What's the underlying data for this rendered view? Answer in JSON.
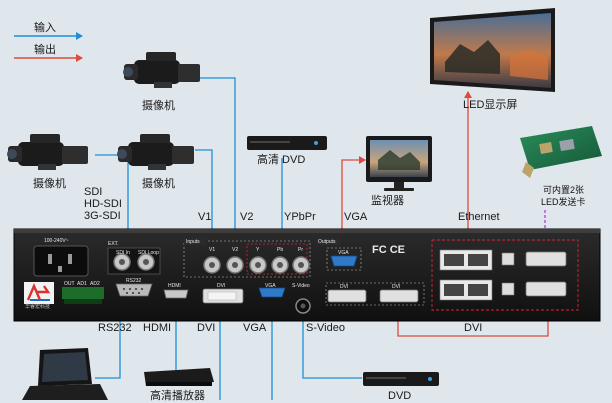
{
  "legend": {
    "input_label": "输入",
    "output_label": "输出",
    "input_color": "#1e8fd6",
    "output_color": "#e04a3c"
  },
  "sources": {
    "camera_top": "摄像机",
    "camera_left": "摄像机",
    "camera_mid": "摄像机",
    "sdi_group": [
      "SDI",
      "HD-SDI",
      "3G-SDI"
    ],
    "hd_dvd": "高清 DVD",
    "hd_player": "高清播放器",
    "dvd": "DVD"
  },
  "outputs": {
    "monitor": "监视器",
    "led_screen": "LED显示屏",
    "sender_card_note": [
      "可内置2张",
      "LED发送卡"
    ]
  },
  "port_labels": {
    "v1": "V1",
    "v2": "V2",
    "ypbpr": "YPbPr",
    "vga_out": "VGA",
    "ethernet": "Ethernet",
    "rs232": "RS232",
    "hdmi": "HDMI",
    "dvi_in": "DVI",
    "vga_in": "VGA",
    "svideo": "S-Video",
    "dvi_out": "DVI"
  },
  "device_panel": {
    "power_rating": "100-240V~",
    "ext": "EXT.",
    "sdi_in": "SDI In",
    "sdi_loop": "SDI Loop",
    "inputs_tab": "Inputs",
    "outputs_tab": "Outputs",
    "v1": "V1",
    "v2": "V2",
    "y": "Y",
    "pb": "Pb",
    "pr": "Pr",
    "vga": "VGA",
    "hdmi": "HDMI",
    "dvi": "DVI",
    "svideo": "S-Video",
    "rs232": "RS232",
    "gpio": [
      "OUT",
      "AD1",
      "AD2"
    ],
    "certifications": "FC CE",
    "brand": "华睿宏科技"
  }
}
